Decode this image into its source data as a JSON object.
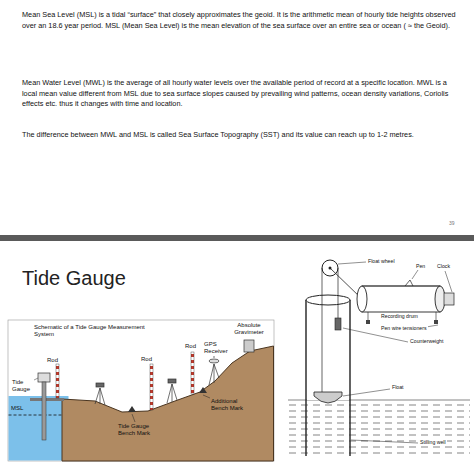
{
  "diagram": {
    "title": "Tide Gauge",
    "labels": [
      "Mean Sea Level (MSL) is a tidal “surface” that closely approximates the geoid. It is the arithmetic mean of hourly tide heights observed over an 18.6 year period. MSL (Mean Sea Level) is the mean elevation of the sea surface over an entire sea or ocean ( ≈ the Geoid).",
      "Mean Water Level (MWL) is the average of all hourly water levels over the available period of record at a specific location. MWL is a local mean value different from MSL due to sea surface slopes caused by prevailing wind patterns, ocean density variations, Coriolis effects etc. thus it changes with time and location.",
      "The difference between MWL and MSL is called Sea Surface Topography (SST) and its value can reach up to 1-2 metres.",
      "39",
      "Schematic of a Tide Gauge Measurement System",
      "Rod",
      "Absolute Gravimeter",
      "Rod",
      "GPS Receiver",
      "Rod",
      "Tide Gauge",
      "Additional Bench Mark",
      "Tide Gauge Bench Mark",
      "MSL",
      "Float wheel",
      "Pen",
      "Clock",
      "Recording drum",
      "Pen wire tensioners",
      "Counterweight",
      "Float",
      "Stilling well"
    ]
  }
}
